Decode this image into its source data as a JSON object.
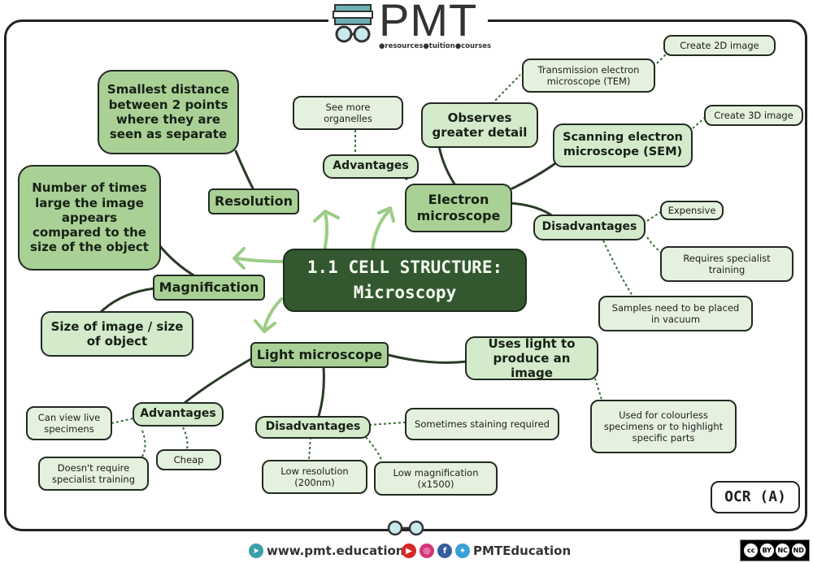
{
  "logo": {
    "title": "PMT",
    "subtitle": "●resources●tuition●courses"
  },
  "central": {
    "line1": "1.1 CELL STRUCTURE:",
    "line2": "Microscopy"
  },
  "resolution": {
    "label": "Resolution",
    "definition": "Smallest distance between 2 points where they are seen as separate"
  },
  "magnification": {
    "label": "Magnification",
    "definition": "Number of times large the image appears compared to the size of the object",
    "formula": "Size of image / size of object"
  },
  "electron": {
    "label": "Electron microscope",
    "advantages_label": "Advantages",
    "advantage": "See more organelles",
    "detail": "Observes greater detail",
    "tem": "Transmission electron microscope (TEM)",
    "tem_note": "Create 2D image",
    "sem": "Scanning electron microscope (SEM)",
    "sem_note": "Create 3D image",
    "disadvantages_label": "Disadvantages",
    "disadvantages": [
      "Expensive",
      "Requires specialist training",
      "Samples need to be placed in vacuum"
    ]
  },
  "light": {
    "label": "Light microscope",
    "uses": "Uses light to produce an image",
    "uses_note": "Used for colourless specimens or to highlight specific parts",
    "advantages_label": "Advantages",
    "advantages": [
      "Can view live specimens",
      "Doesn't require specialist training",
      "Cheap"
    ],
    "disadvantages_label": "Disadvantages",
    "disadvantages": [
      "Sometimes staining required",
      "Low resolution (200nm)",
      "Low magnification (x1500)"
    ]
  },
  "badge": "OCR (A)",
  "footer": {
    "website": "www.pmt.education",
    "social": "PMTEducation",
    "license": [
      "cc",
      "BY",
      "NC",
      "ND"
    ]
  },
  "colors": {
    "main": "#33582f",
    "primary": "#a9d196",
    "secondary": "#d3eacb",
    "leaf": "#e4f1de",
    "arrow": "#9ccc85"
  }
}
